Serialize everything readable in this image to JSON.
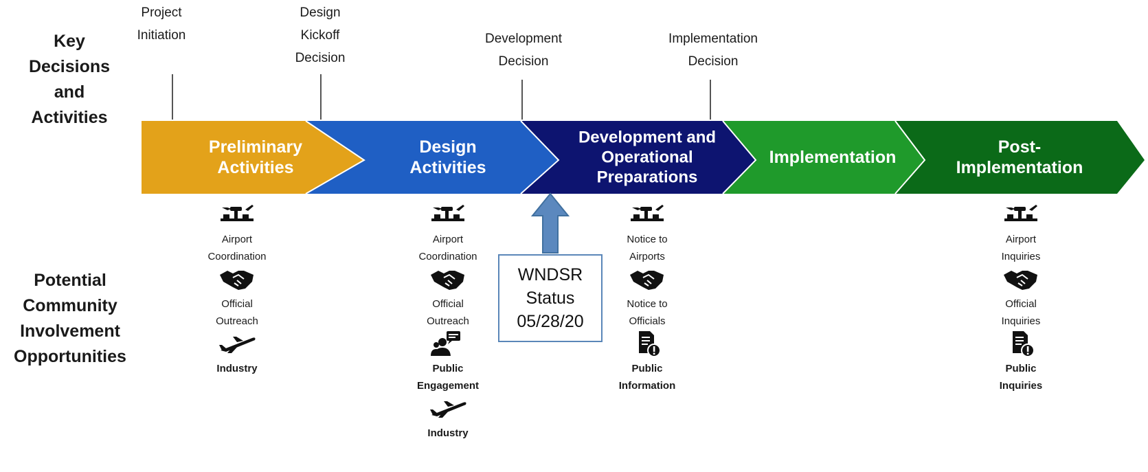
{
  "left_labels": {
    "decisions": "Key\nDecisions\nand\nActivities",
    "community": "Potential\nCommunity\nInvolvement\nOpportunities"
  },
  "milestones": [
    {
      "id": "project-initiation",
      "label": "Project\nInitiation"
    },
    {
      "id": "design-kickoff",
      "label": "Design\nKickoff\nDecision"
    },
    {
      "id": "development",
      "label": "Development\nDecision"
    },
    {
      "id": "implementation",
      "label": "Implementation\nDecision"
    }
  ],
  "phases": [
    {
      "id": "preliminary",
      "label": "Preliminary\nActivities",
      "color": "#e3a21a"
    },
    {
      "id": "design",
      "label": "Design\nActivities",
      "color": "#1f5fc4"
    },
    {
      "id": "development",
      "label": "Development and\nOperational\nPreparations",
      "color": "#0d1470"
    },
    {
      "id": "implementation",
      "label": "Implementation",
      "color": "#1f9a2b"
    },
    {
      "id": "post",
      "label": "Post-\nImplementation",
      "color": "#0b6a18"
    }
  ],
  "status": {
    "text": "WNDSR\nStatus\n05/28/20",
    "arrow_color": "#5b88be",
    "arrow_border": "#40709f"
  },
  "opportunities": {
    "preliminary": [
      {
        "icon": "airport-icon",
        "label": "Airport\nCoordination",
        "bold": false
      },
      {
        "icon": "handshake-icon",
        "label": "Official\nOutreach",
        "bold": false
      },
      {
        "icon": "airplane-icon",
        "label": "Industry",
        "bold": true
      }
    ],
    "design": [
      {
        "icon": "airport-icon",
        "label": "Airport\nCoordination",
        "bold": false
      },
      {
        "icon": "handshake-icon",
        "label": "Official\nOutreach",
        "bold": false
      },
      {
        "icon": "public-engagement-icon",
        "label": "Public\nEngagement",
        "bold": true
      },
      {
        "icon": "airplane-icon",
        "label": "Industry",
        "bold": true
      }
    ],
    "development": [
      {
        "icon": "airport-icon",
        "label": "Notice to\nAirports",
        "bold": false
      },
      {
        "icon": "handshake-icon",
        "label": "Notice to\nOfficials",
        "bold": false
      },
      {
        "icon": "document-alert-icon",
        "label": "Public\nInformation",
        "bold": true
      }
    ],
    "post": [
      {
        "icon": "airport-icon",
        "label": "Airport\nInquiries",
        "bold": false
      },
      {
        "icon": "handshake-icon",
        "label": "Official\nInquiries",
        "bold": false
      },
      {
        "icon": "document-alert-icon",
        "label": "Public\nInquiries",
        "bold": true
      }
    ]
  }
}
